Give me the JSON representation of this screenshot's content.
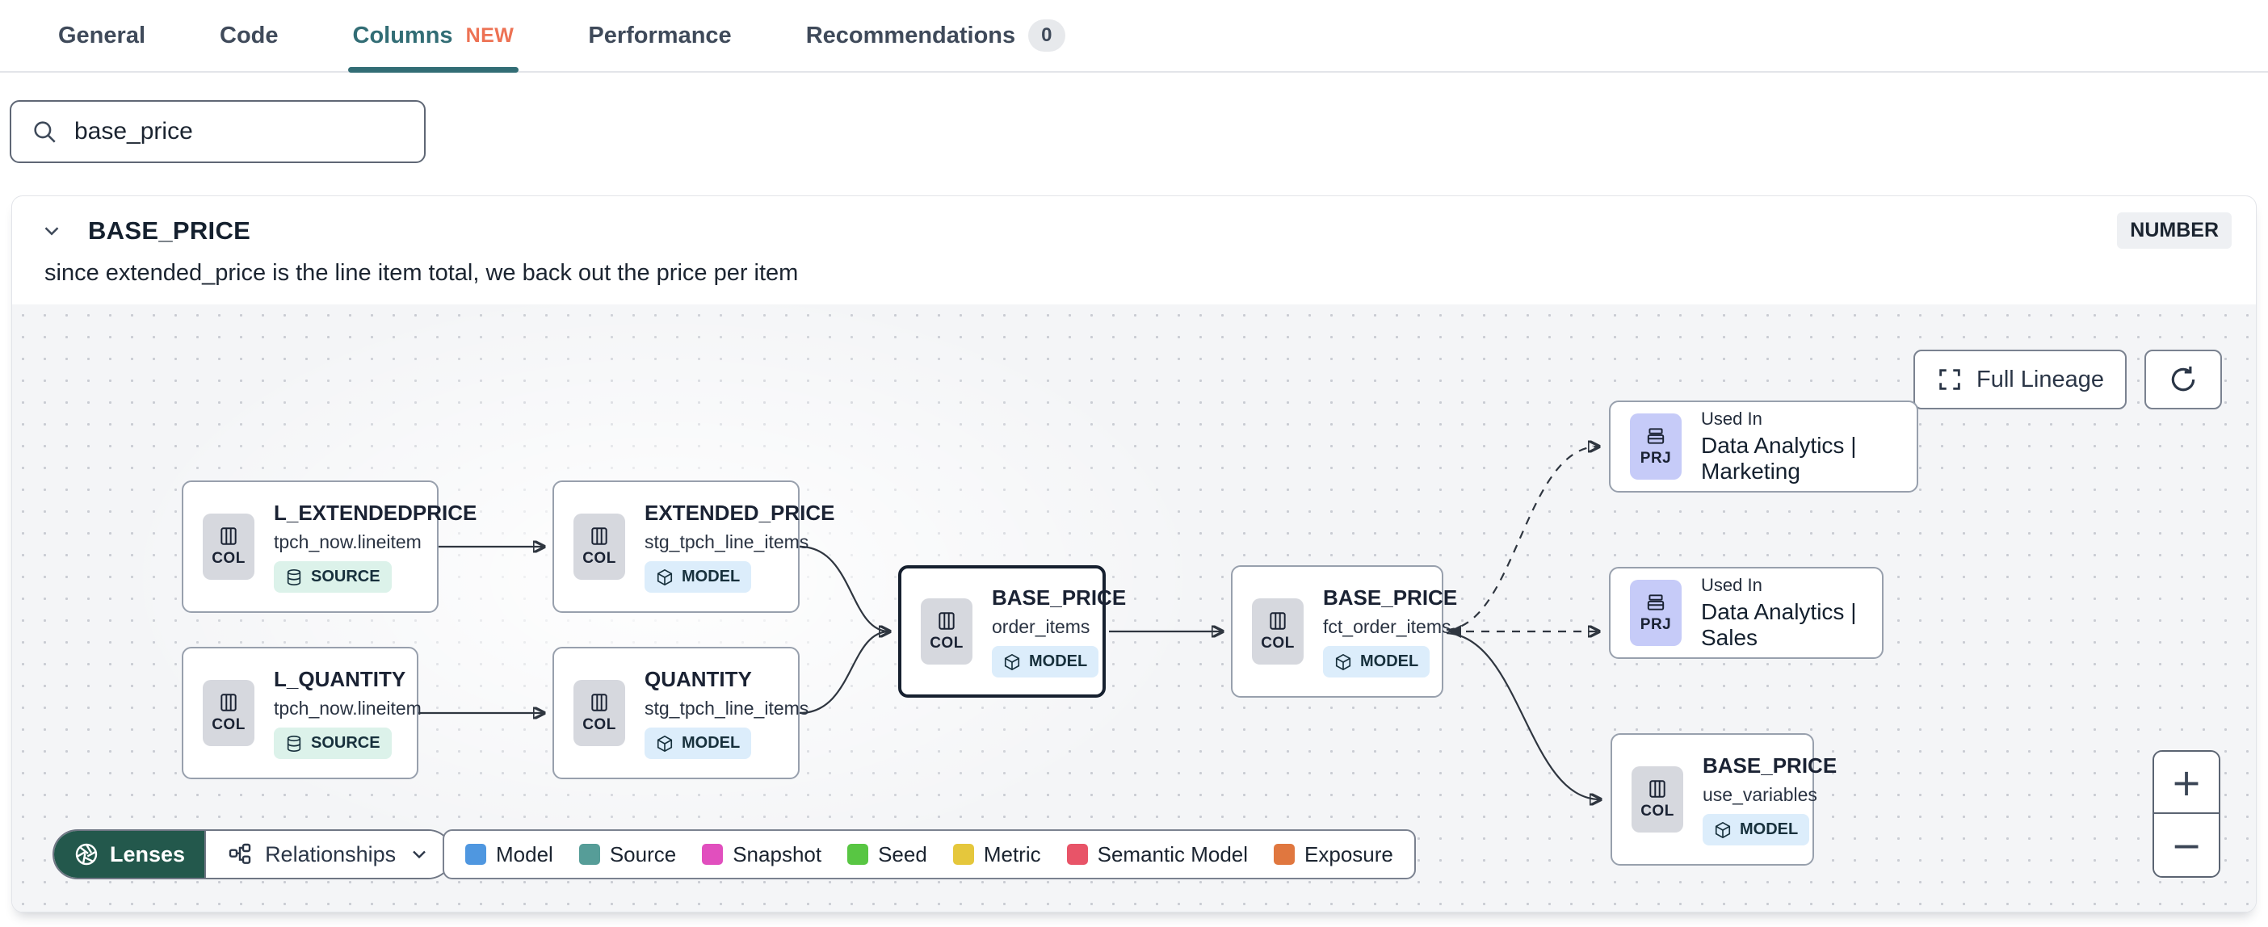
{
  "tabs": {
    "items": [
      {
        "label": "General"
      },
      {
        "label": "Code"
      },
      {
        "label": "Columns",
        "badge": "NEW"
      },
      {
        "label": "Performance"
      },
      {
        "label": "Recommendations",
        "count": "0"
      }
    ]
  },
  "search": {
    "value": "base_price"
  },
  "column": {
    "name": "BASE_PRICE",
    "type": "NUMBER",
    "description": "since extended_price is the line item total, we back out the price per item"
  },
  "lineage": {
    "controls": {
      "full_lineage": "Full Lineage"
    },
    "nodes": [
      {
        "title": "L_EXTENDEDPRICE",
        "subtitle": "tpch_now.lineitem",
        "chip": "COL",
        "badge": "SOURCE"
      },
      {
        "title": "EXTENDED_PRICE",
        "subtitle": "stg_tpch_line_items",
        "chip": "COL",
        "badge": "MODEL"
      },
      {
        "title": "L_QUANTITY",
        "subtitle": "tpch_now.lineitem",
        "chip": "COL",
        "badge": "SOURCE"
      },
      {
        "title": "QUANTITY",
        "subtitle": "stg_tpch_line_items",
        "chip": "COL",
        "badge": "MODEL"
      },
      {
        "title": "BASE_PRICE",
        "subtitle": "order_items",
        "chip": "COL",
        "badge": "MODEL"
      },
      {
        "title": "BASE_PRICE",
        "subtitle": "fct_order_items",
        "chip": "COL",
        "badge": "MODEL"
      },
      {
        "label": "Used In",
        "title": "Data Analytics | Marketing",
        "chip": "PRJ"
      },
      {
        "label": "Used In",
        "title": "Data Analytics | Sales",
        "chip": "PRJ"
      },
      {
        "title": "BASE_PRICE",
        "subtitle": "use_variables",
        "chip": "COL",
        "badge": "MODEL"
      }
    ],
    "toolbar": {
      "lenses": "Lenses",
      "relationships": "Relationships"
    },
    "legend": {
      "items": [
        {
          "label": "Model",
          "color": "#4f97e0"
        },
        {
          "label": "Source",
          "color": "#569d98"
        },
        {
          "label": "Snapshot",
          "color": "#e14fbe"
        },
        {
          "label": "Seed",
          "color": "#58c643"
        },
        {
          "label": "Metric",
          "color": "#e5c73c"
        },
        {
          "label": "Semantic Model",
          "color": "#e85468"
        },
        {
          "label": "Exposure",
          "color": "#e0773f"
        }
      ]
    },
    "zoom": {
      "plus": "+",
      "minus": "−"
    }
  }
}
